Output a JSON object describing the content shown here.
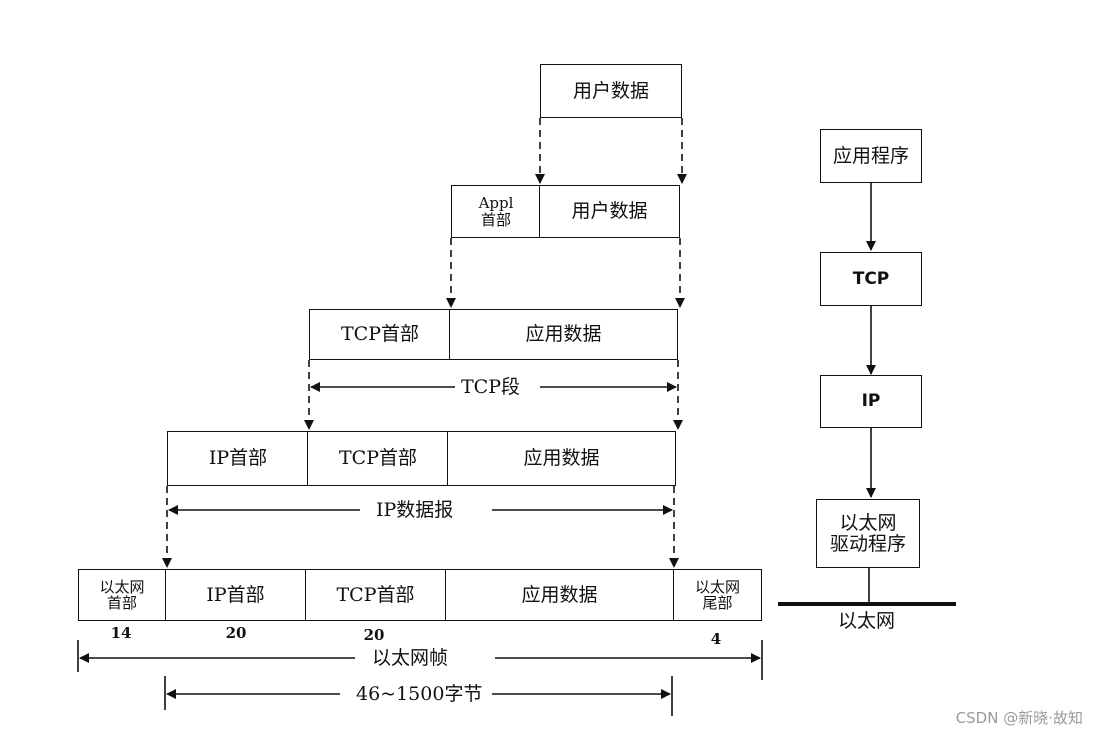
{
  "encapsulation": {
    "user_data": "用户数据",
    "appl_header": [
      "Appl",
      "首部"
    ],
    "tcp_header": "TCP首部",
    "app_data": "应用数据",
    "tcp_segment": "TCP段",
    "ip_header": "IP首部",
    "ip_datagram": "IP数据报",
    "eth_header": [
      "以太网",
      "首部"
    ],
    "eth_trailer": [
      "以太网",
      "尾部"
    ],
    "size_eth_header": "14",
    "size_ip_header": "20",
    "size_tcp_header": "20",
    "size_eth_trailer": "4",
    "eth_frame": "以太网帧",
    "frame_payload_range": "46~1500字节"
  },
  "stack": {
    "application": "应用程序",
    "tcp": "TCP",
    "ip": "IP",
    "driver": [
      "以太网",
      "驱动程序"
    ],
    "network": "以太网"
  },
  "watermark": "CSDN @新晓·故知"
}
